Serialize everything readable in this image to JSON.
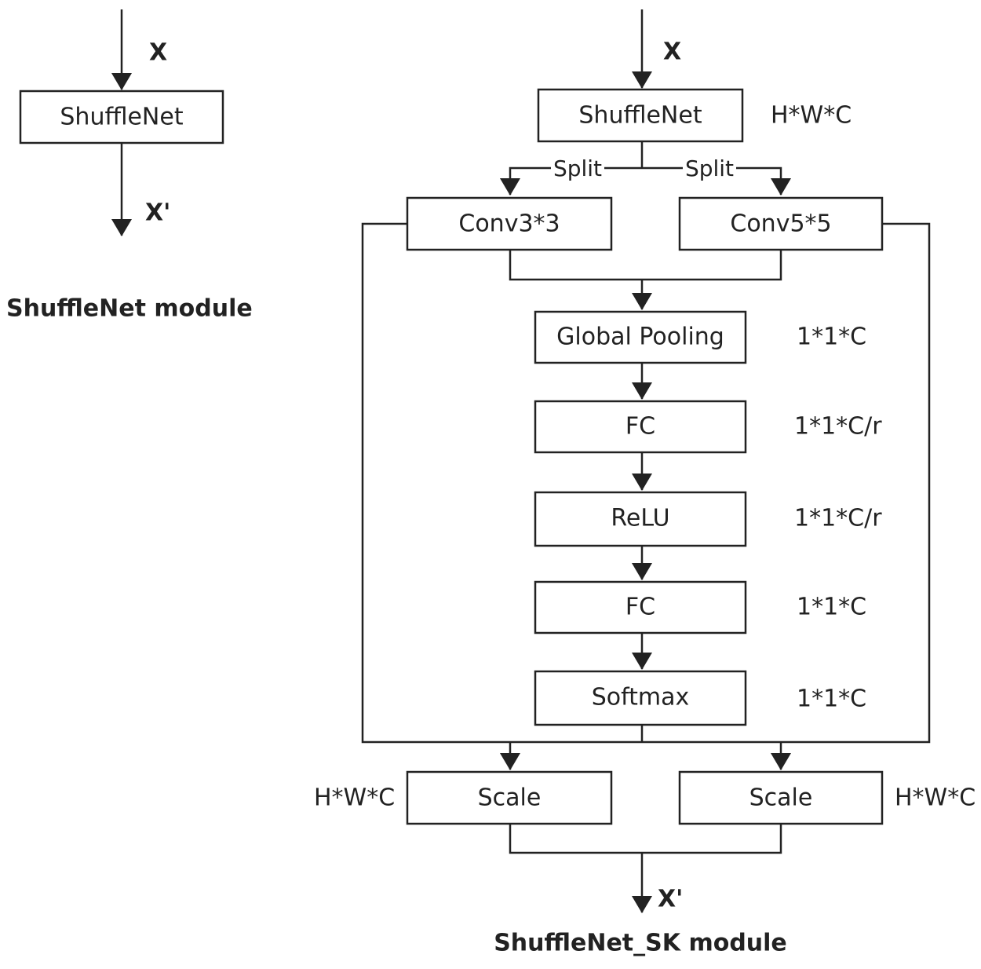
{
  "left_module": {
    "input": "X",
    "block": "ShuffleNet",
    "output": "X'",
    "caption": "ShuffleNet module"
  },
  "sk_module": {
    "input": "X",
    "shufflenet": "ShuffleNet",
    "shufflenet_dim": "H*W*C",
    "split_left": "Split",
    "split_right": "Split",
    "conv3": "Conv3*3",
    "conv5": "Conv5*5",
    "global_pooling": "Global Pooling",
    "global_pooling_dim": "1*1*C",
    "fc1": "FC",
    "fc1_dim": "1*1*C/r",
    "relu": "ReLU",
    "relu_dim": "1*1*C/r",
    "fc2": "FC",
    "fc2_dim": "1*1*C",
    "softmax": "Softmax",
    "softmax_dim": "1*1*C",
    "scale_left": "Scale",
    "scale_left_dim": "H*W*C",
    "scale_right": "Scale",
    "scale_right_dim": "H*W*C",
    "output": "X'",
    "caption": "ShuffleNet_SK module"
  }
}
